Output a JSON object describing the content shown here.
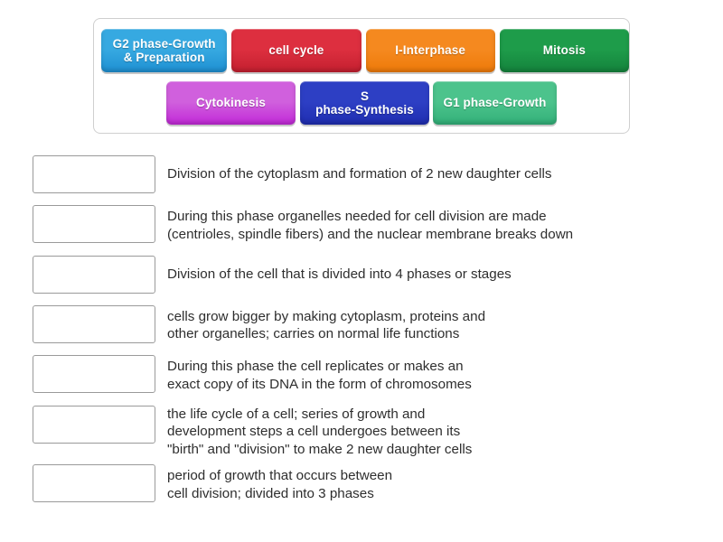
{
  "activity": {
    "type": "match-up",
    "tray_label": "answer-tiles"
  },
  "tiles": [
    {
      "id": "tile-0",
      "label": "G2 phase-Growth\n& Preparation",
      "color_top": "#36a9e1",
      "color_bottom": "#1e90d2",
      "name": "tile-g2-phase"
    },
    {
      "id": "tile-1",
      "label": "cell cycle",
      "color_top": "#dd2f3f",
      "color_bottom": "#c41f2f",
      "name": "tile-cell-cycle"
    },
    {
      "id": "tile-2",
      "label": "I-Interphase",
      "color_top": "#f5891f",
      "color_bottom": "#ee7a09",
      "name": "tile-interphase"
    },
    {
      "id": "tile-3",
      "label": "Mitosis",
      "color_top": "#1e9c4a",
      "color_bottom": "#14833c",
      "name": "tile-mitosis"
    },
    {
      "id": "tile-4",
      "label": "Cytokinesis",
      "color_top": "#d060dd",
      "color_bottom": "#c228d8",
      "name": "tile-cytokinesis"
    },
    {
      "id": "tile-5",
      "label": "S\nphase-Synthesis",
      "color_top": "#2d3fc4",
      "color_bottom": "#1f2db0",
      "name": "tile-s-phase"
    },
    {
      "id": "tile-6",
      "label": "G1 phase-Growth",
      "color_top": "#4cc38c",
      "color_bottom": "#32b078",
      "name": "tile-g1-phase"
    }
  ],
  "rows": [
    {
      "definition": "Division of the cytoplasm and formation of 2 new daughter cells",
      "lines": 1,
      "answer_value": ""
    },
    {
      "definition": "During this phase organelles needed for cell division are made\n(centrioles, spindle fibers) and the nuclear membrane breaks down",
      "lines": 2,
      "answer_value": ""
    },
    {
      "definition": "Division of the cell that is divided into 4 phases or stages",
      "lines": 1,
      "answer_value": ""
    },
    {
      "definition": "cells grow bigger by making cytoplasm, proteins and\nother organelles; carries on normal life functions",
      "lines": 2,
      "answer_value": ""
    },
    {
      "definition": "During this phase the cell replicates or makes an\nexact copy of its DNA in the form of chromosomes",
      "lines": 2,
      "answer_value": ""
    },
    {
      "definition": "the life cycle of a cell; series of growth and\ndevelopment steps a cell undergoes between its\n\"birth\" and \"division\" to make 2 new daughter cells",
      "lines": 3,
      "answer_value": ""
    },
    {
      "definition": "period of growth that occurs between\ncell division; divided into 3 phases",
      "lines": 2,
      "answer_value": ""
    }
  ],
  "colors": {
    "page_background": "#ffffff",
    "tray_border": "#cfcfcf",
    "dropzone_border": "#9a9a9a",
    "definition_text": "#2e2e2e",
    "tile_text": "#ffffff"
  }
}
